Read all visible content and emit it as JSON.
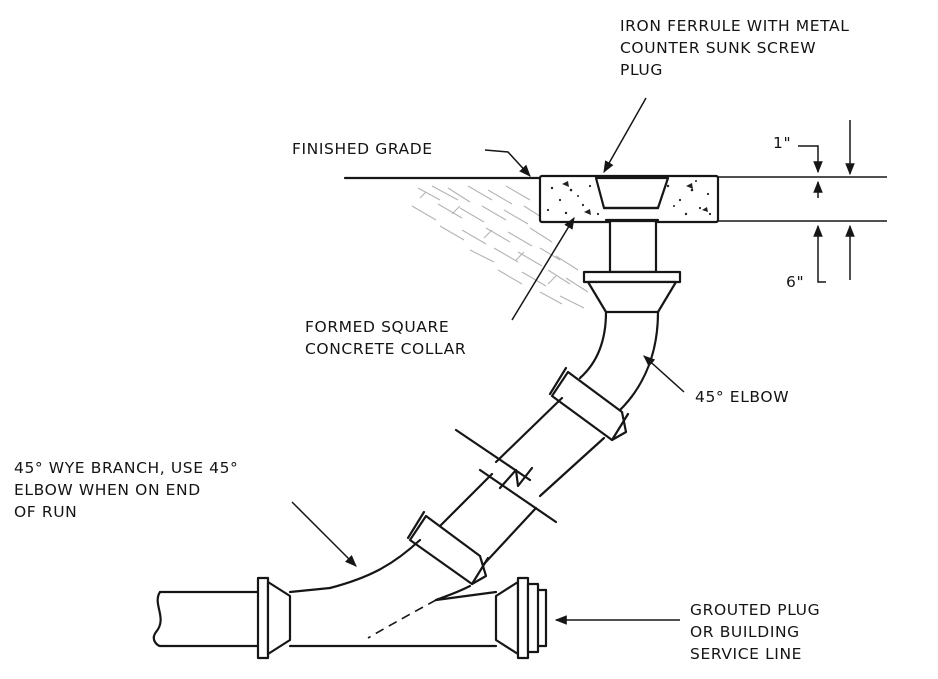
{
  "labels": {
    "ferrule": [
      "IRON FERRULE WITH METAL",
      "COUNTER SUNK SCREW",
      "PLUG"
    ],
    "finished_grade": "FINISHED GRADE",
    "dim_top": "1\"",
    "dim_bottom": "6\"",
    "collar": [
      "FORMED SQUARE",
      "CONCRETE COLLAR"
    ],
    "elbow": "45° ELBOW",
    "wye": [
      "45° WYE BRANCH, USE 45°",
      "ELBOW WHEN ON END",
      "OF RUN"
    ],
    "plug": [
      "GROUTED PLUG",
      "OR BUILDING",
      "SERVICE LINE"
    ]
  }
}
